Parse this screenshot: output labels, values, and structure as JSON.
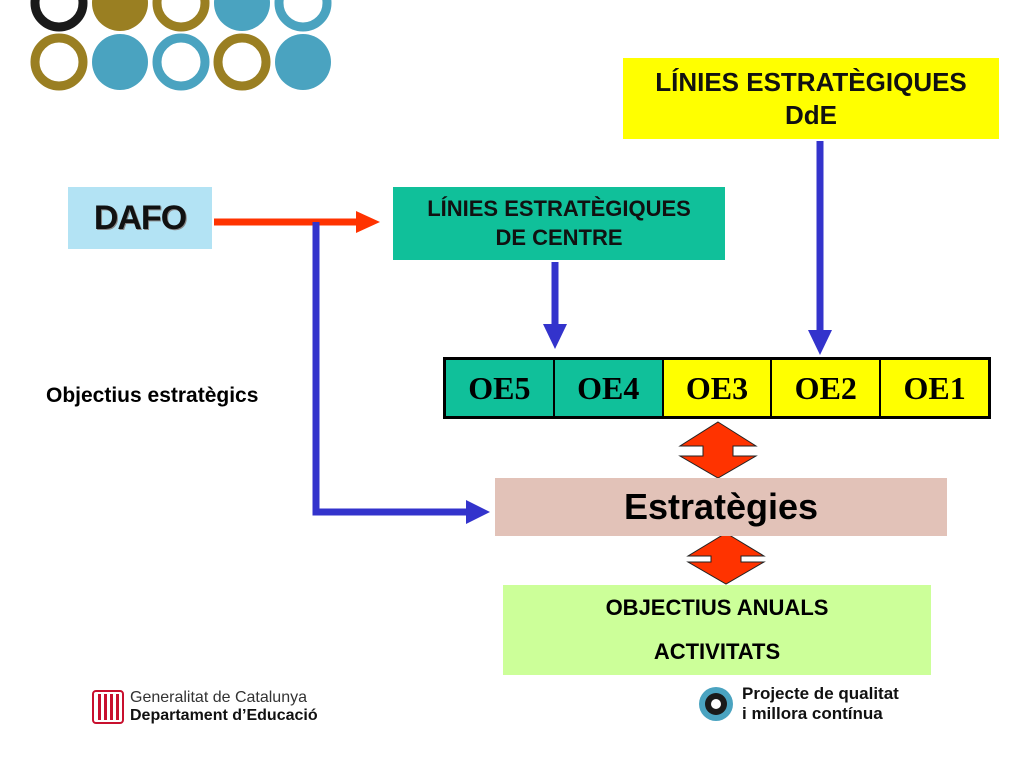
{
  "colors": {
    "dafo_bg": "#b3e3f4",
    "teal": "#10c09a",
    "yellow": "#ffff00",
    "estrategies_bg": "#e2c2b8",
    "objectius_bg": "#ccff99",
    "arrow_blue": "#3333cc",
    "arrow_red": "#ff3300",
    "logo_olive": "#9a7f22",
    "logo_blue": "#4aa3c0"
  },
  "dafo": {
    "label": "DAFO"
  },
  "linies_centre": {
    "line1": "LÍNIES ESTRATÈGIQUES",
    "line2": "DE CENTRE"
  },
  "linies_dde": {
    "line1": "LÍNIES ESTRATÈGIQUES",
    "line2": "DdE"
  },
  "objectius_label": "Objectius estratègics",
  "oe_cells": [
    {
      "label": "OE5",
      "color": "teal"
    },
    {
      "label": "OE4",
      "color": "teal"
    },
    {
      "label": "OE3",
      "color": "yellow"
    },
    {
      "label": "OE2",
      "color": "yellow"
    },
    {
      "label": "OE1",
      "color": "yellow"
    }
  ],
  "estrategies": {
    "label": "Estratègies"
  },
  "objectius_anuals": {
    "line1": "OBJECTIUS ANUALS",
    "line2": "ACTIVITATS"
  },
  "footer": {
    "gencat_line1": "Generalitat de Catalunya",
    "gencat_line2": "Departament d’Educació",
    "projecte_line1": "Projecte de qualitat",
    "projecte_line2": "i millora contínua"
  }
}
